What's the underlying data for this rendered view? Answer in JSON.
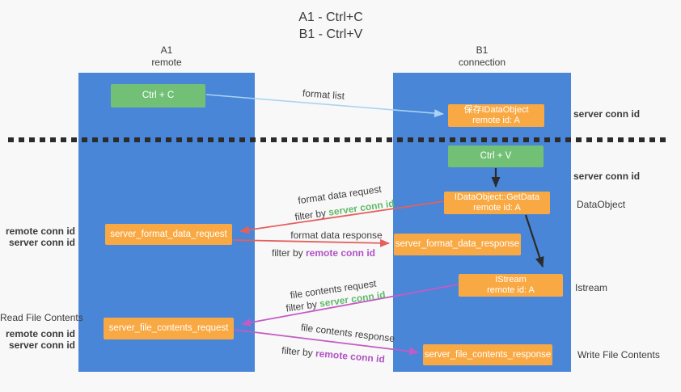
{
  "title": {
    "line1": "A1 - Ctrl+C",
    "line2": "B1 - Ctrl+V"
  },
  "lifelines": {
    "a1": {
      "name": "A1",
      "subtitle": "remote"
    },
    "b1": {
      "name": "B1",
      "subtitle": "connection"
    }
  },
  "nodes": {
    "ctrl_c": {
      "label": "Ctrl + C"
    },
    "save_idataobject": {
      "line1": "保存IDataObject",
      "line2": "remote id: A"
    },
    "ctrl_v": {
      "label": "Ctrl + V"
    },
    "getdata": {
      "line1": "IDataObject::GetData",
      "line2": "remote id: A"
    },
    "format_request": {
      "label": "server_format_data_request"
    },
    "format_response": {
      "label": "server_format_data_response"
    },
    "istream": {
      "line1": "IStream",
      "line2": "remote id: A"
    },
    "file_request": {
      "label": "server_file_contents_request"
    },
    "file_response": {
      "label": "server_file_contents_response"
    }
  },
  "edge_labels": {
    "format_list": "format list",
    "format_data_request": "format data request",
    "format_data_response": "format data response",
    "file_contents_request": "file contents request",
    "file_contents_response": "file contents response",
    "filter_by": "filter by ",
    "server_conn_id": "server conn id",
    "remote_conn_id": "remote conn id"
  },
  "side_labels": {
    "left": {
      "format_remote": "remote conn id",
      "format_server": "server conn id",
      "read_file": "Read File Contents",
      "file_remote": "remote conn id",
      "file_server": "server conn id"
    },
    "right": {
      "server_conn_top": "server conn id",
      "server_conn_mid": "server conn id",
      "dataobject": "DataObject",
      "istream": "Istream",
      "write_file": "Write File Contents"
    }
  },
  "colors": {
    "lifeline_blue": "#4a86d8",
    "node_green": "#72c076",
    "node_orange": "#f9a943",
    "arrow_blue": "#a9d3f2",
    "arrow_red": "#e4605d",
    "arrow_magenta": "#c45ac5",
    "arrow_black": "#2b2b2b",
    "text_green": "#5fba68",
    "text_purple": "#b151c3"
  }
}
